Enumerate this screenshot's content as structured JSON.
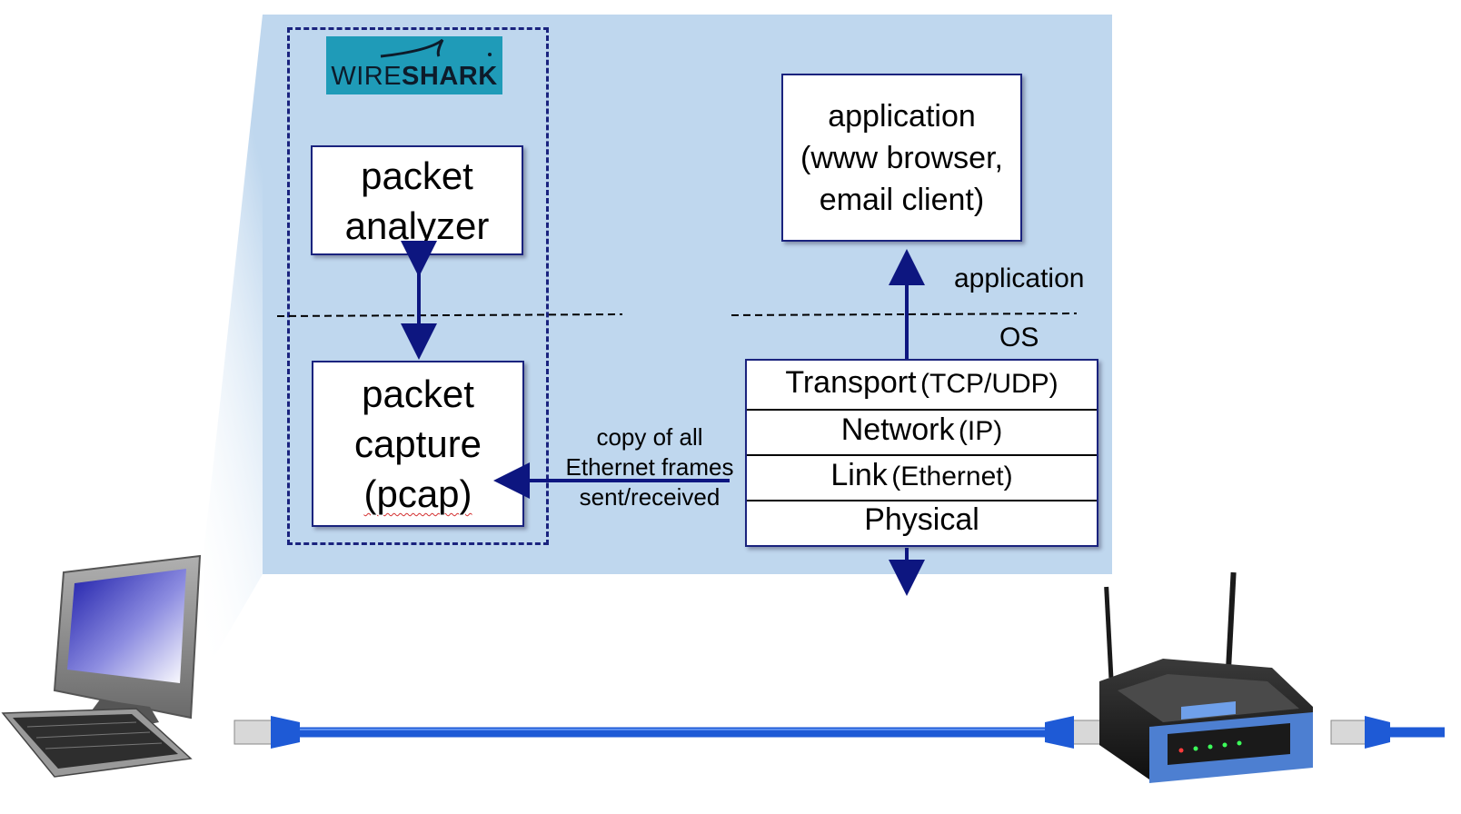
{
  "wireshark_logo": {
    "text_light": "WIRE",
    "text_bold": "SHARK"
  },
  "analyzer": {
    "line1": "packet",
    "line2": "analyzer"
  },
  "pcap": {
    "line1": "packet",
    "line2": "capture",
    "line3": "(pcap)"
  },
  "app": {
    "line1": "application",
    "line2": "(www browser,",
    "line3": "email client)"
  },
  "labels": {
    "application": "application",
    "os": "OS"
  },
  "stack": {
    "transport": {
      "main": "Transport",
      "sub": "(TCP/UDP)"
    },
    "network": {
      "main": "Network",
      "sub": "(IP)"
    },
    "link": {
      "main": "Link",
      "sub": "(Ethernet)"
    },
    "physical": {
      "main": "Physical"
    }
  },
  "copy": {
    "line1": "copy of all",
    "line2": "Ethernet frames",
    "line3": "sent/received"
  },
  "colors": {
    "panel": "#bfd7ee",
    "arrow": "#0d1680",
    "cable": "#1e5ad6",
    "logo_bg": "#1f9bb8"
  },
  "icons": [
    "desktop-computer-icon",
    "ethernet-cable-icon",
    "wireless-router-icon"
  ]
}
